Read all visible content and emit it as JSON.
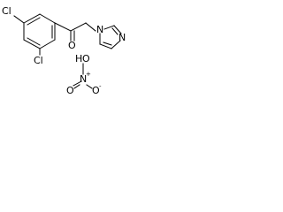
{
  "molecule": {
    "atoms": {
      "cl_top": "Cl",
      "cl_bottom": "Cl",
      "carbonyl_o": "O",
      "imidazole_n1": "N",
      "imidazole_n3": "N",
      "nitrate_n": "N",
      "nitrate_o_top": "O",
      "nitrate_o_left": "O",
      "nitrate_o_right": "O",
      "nitrate_h": "H",
      "nitrate_n_charge": "+",
      "nitrate_o_charge": "-"
    }
  }
}
